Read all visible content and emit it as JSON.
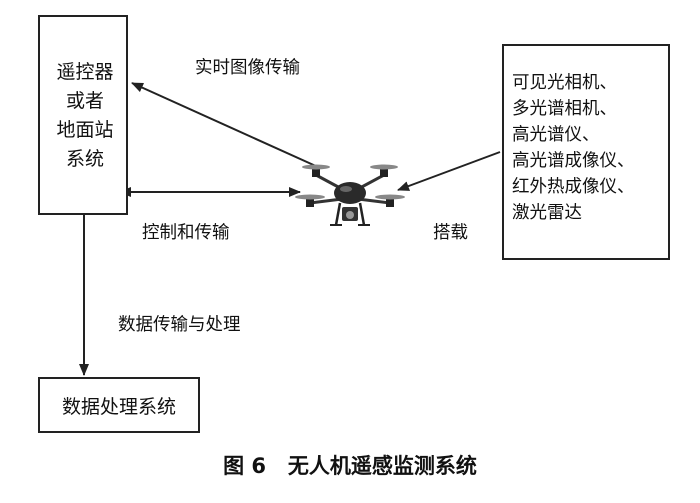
{
  "left_box": {
    "lines": [
      "遥控器",
      "或者",
      "地面站",
      "系统"
    ]
  },
  "right_box": {
    "lines": [
      "可见光相机、",
      "多光谱相机、",
      "高光谱仪、",
      "高光谱成像仪、",
      "红外热成像仪、",
      "激光雷达"
    ]
  },
  "bottom_box": {
    "label": "数据处理系统"
  },
  "edges": {
    "realtime_transmission": "实时图像传输",
    "control_transmission": "控制和传输",
    "mount": "搭载",
    "data_transmission_processing": "数据传输与处理"
  },
  "center_node": {
    "icon": "drone-icon"
  },
  "caption": "图 6   无人机遥感监测系统"
}
